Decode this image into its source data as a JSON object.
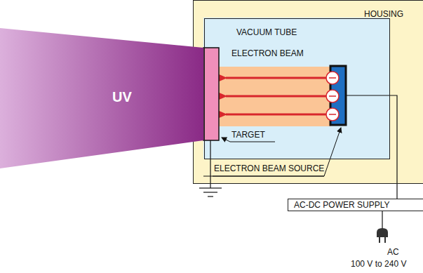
{
  "diagram": {
    "nodes": [
      {
        "text": [
          "UV"
        ]
      },
      {
        "text": [
          "HOUSING"
        ]
      },
      {
        "text": [
          "VACUUM TUBE"
        ],
        "in": 1
      },
      {
        "text": [
          "AC-DC POWER SUPPLY"
        ]
      }
    ],
    "labels": [
      "ELECTRON BEAM",
      "TARGET",
      "ELECTRON BEAM SOURCE",
      "AC",
      "100 V to 240 V"
    ]
  }
}
